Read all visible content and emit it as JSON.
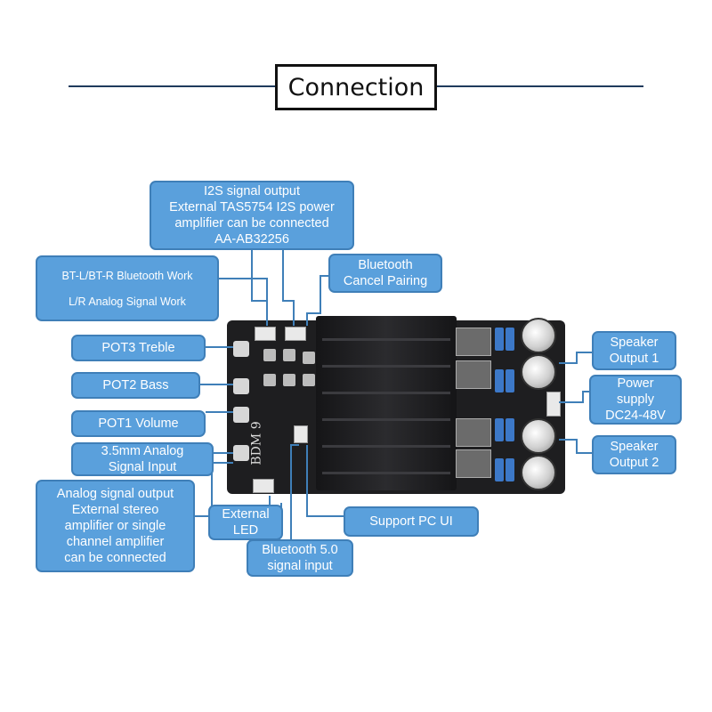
{
  "header": {
    "title": "Connection"
  },
  "board": {
    "silkscreen": "BDM 9"
  },
  "callouts": {
    "i2s": [
      "I2S signal output",
      "External TAS5754 I2S power",
      "amplifier can be connected",
      "AA-AB32256"
    ],
    "bt_mode": [
      "BT-L/BT-R Bluetooth Work",
      "L/R Analog Signal Work"
    ],
    "bt_cancel": [
      "Bluetooth",
      "Cancel Pairing"
    ],
    "pot3": "POT3  Treble",
    "pot2": "POT2  Bass",
    "pot1": "POT1 Volume",
    "analog_in": [
      "3.5mm Analog",
      "Signal Input"
    ],
    "analog_out": [
      "Analog signal output",
      "External stereo",
      "amplifier or single",
      "channel amplifier",
      "can be connected"
    ],
    "ext_led": [
      "External",
      "LED"
    ],
    "bt50": [
      "Bluetooth 5.0",
      "signal input"
    ],
    "pc_ui": "Support PC UI",
    "spk1": [
      "Speaker",
      "Output 1"
    ],
    "power": [
      "Power",
      "supply",
      "DC24-48V"
    ],
    "spk2": [
      "Speaker",
      "Output 2"
    ]
  },
  "colors": {
    "callout_fill": "#5aa0dc",
    "callout_border": "#3f7fb8",
    "line": "#1f3a5c",
    "board": "#1e1e20"
  }
}
